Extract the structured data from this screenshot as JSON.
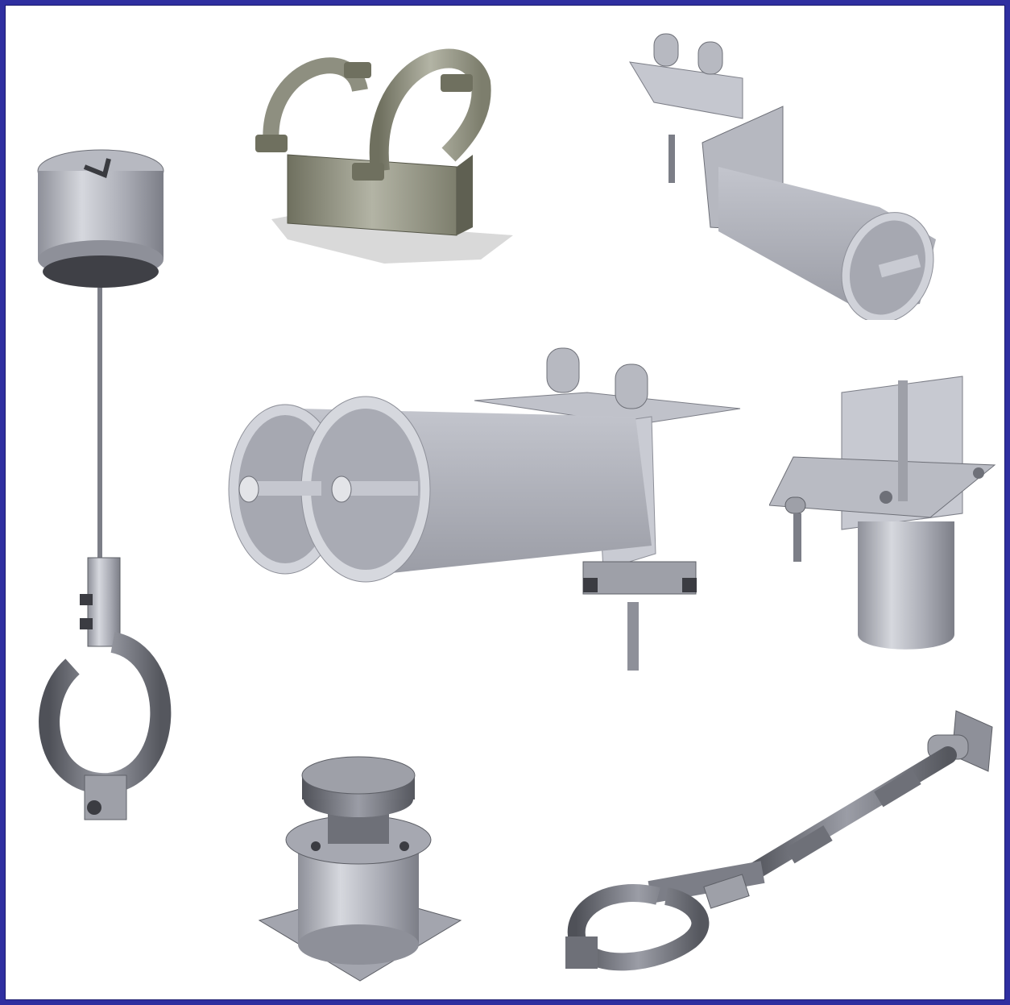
{
  "colors": {
    "frame_border": "#2f2fa0",
    "background": "#ffffff",
    "steel_light": "#c9cbd3",
    "steel_mid": "#a7a9b3",
    "steel_dark": "#6e7078",
    "clamp_olive": "#8e8f80",
    "shadow": "#d9d9d9"
  },
  "items": [
    {
      "id": "constant-hanger",
      "icon": "pipe-hanger-icon"
    },
    {
      "id": "double-pipe-clamp",
      "icon": "pipe-clamp-icon"
    },
    {
      "id": "cantilever-shoe-small",
      "icon": "pipe-shoe-icon"
    },
    {
      "id": "double-cantilever-shoe",
      "icon": "double-pipe-shoe-icon"
    },
    {
      "id": "trunnion-support",
      "icon": "trunnion-icon"
    },
    {
      "id": "spring-support-base",
      "icon": "spring-can-icon"
    },
    {
      "id": "sway-strut",
      "icon": "sway-strut-icon"
    }
  ]
}
